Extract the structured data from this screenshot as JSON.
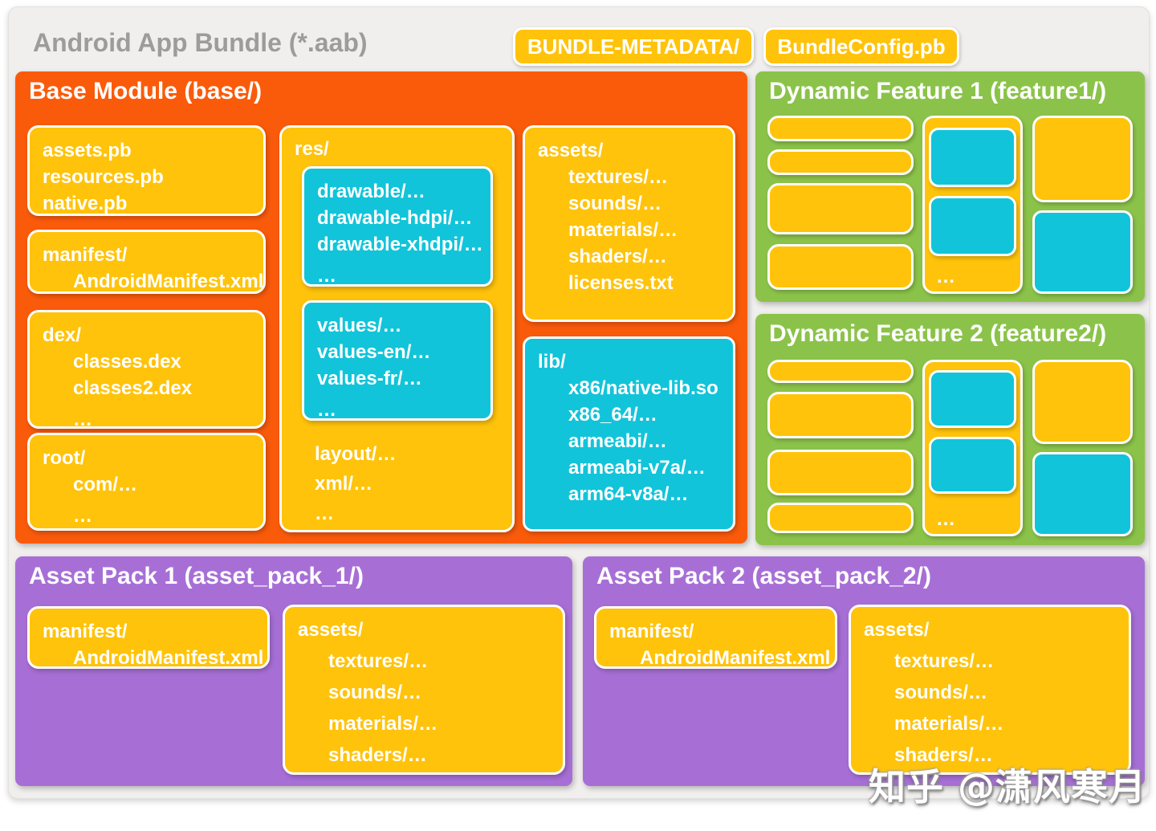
{
  "colors": {
    "background": "#F0EFED",
    "orange": "#FA5B0B",
    "yellow": "#FFC30B",
    "cyan": "#12C4D9",
    "green": "#8BC34A",
    "purple": "#A76FD6",
    "title_gray": "#9C9C9C",
    "text": "#FFFFFF"
  },
  "header": {
    "title": "Android App Bundle (*.aab)",
    "chips": [
      {
        "label": "BUNDLE-METADATA/"
      },
      {
        "label": "BundleConfig.pb"
      }
    ]
  },
  "base": {
    "title": "Base Module (base/)",
    "boxes": {
      "pb_files": {
        "lines": [
          "assets.pb",
          "resources.pb",
          "native.pb"
        ]
      },
      "manifest": {
        "lines": [
          "manifest/",
          "AndroidManifest.xml"
        ]
      },
      "dex": {
        "lines": [
          "dex/",
          "classes.dex",
          "classes2.dex",
          "…"
        ]
      },
      "root": {
        "lines": [
          "root/",
          "com/…",
          "…"
        ]
      },
      "res_label": "res/",
      "drawable": {
        "lines": [
          "drawable/…",
          "drawable-hdpi/…",
          "drawable-xhdpi/…",
          "…"
        ]
      },
      "values": {
        "lines": [
          "values/…",
          "values-en/…",
          "values-fr/…",
          "…"
        ]
      },
      "res_tail": {
        "lines": [
          "layout/…",
          "xml/…",
          "…"
        ]
      },
      "assets": {
        "lines": [
          "assets/",
          "textures/…",
          "sounds/…",
          "materials/…",
          "shaders/…",
          "licenses.txt"
        ]
      },
      "lib": {
        "lines": [
          "lib/",
          "x86/native-lib.so",
          "x86_64/…",
          "armeabi/…",
          "armeabi-v7a/…",
          "arm64-v8a/…"
        ]
      }
    }
  },
  "feature1": {
    "title": "Dynamic Feature 1 (feature1/)",
    "ellipsis": "…"
  },
  "feature2": {
    "title": "Dynamic Feature 2 (feature2/)",
    "ellipsis": "…"
  },
  "asset_pack_1": {
    "title": "Asset Pack 1 (asset_pack_1/)",
    "manifest": {
      "lines": [
        "manifest/",
        "AndroidManifest.xml"
      ]
    },
    "assets": {
      "lines": [
        "assets/",
        "textures/…",
        "sounds/…",
        "materials/…",
        "shaders/…"
      ]
    }
  },
  "asset_pack_2": {
    "title": "Asset Pack 2 (asset_pack_2/)",
    "manifest": {
      "lines": [
        "manifest/",
        "AndroidManifest.xml"
      ]
    },
    "assets": {
      "lines": [
        "assets/",
        "textures/…",
        "sounds/…",
        "materials/…",
        "shaders/…"
      ]
    }
  },
  "watermark": {
    "text": "知乎 @潇风寒月"
  }
}
